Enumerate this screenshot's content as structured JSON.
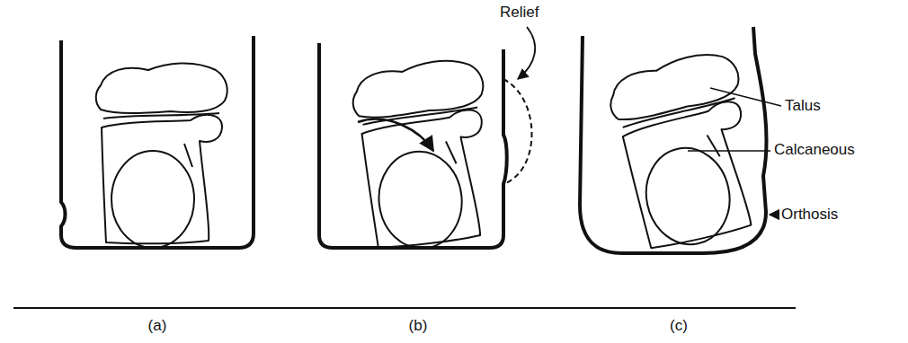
{
  "diagram": {
    "labels": [
      "Relief",
      "Talus",
      "Calcaneous",
      "Orthosis",
      "(a)",
      "(b)",
      "(c)"
    ]
  }
}
